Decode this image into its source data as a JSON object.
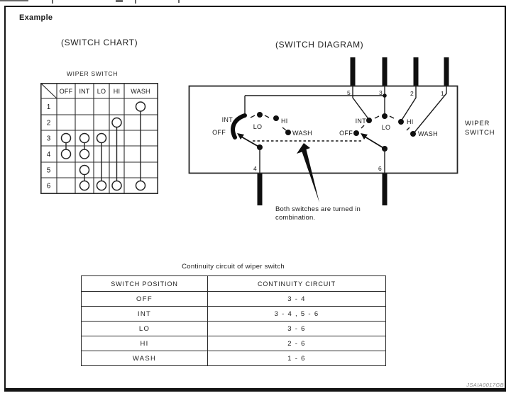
{
  "example_label": "Example",
  "switch_chart": {
    "heading": "(SWITCH CHART)",
    "title": "WIPER SWITCH",
    "columns": [
      "OFF",
      "INT",
      "LO",
      "HI",
      "WASH"
    ],
    "rows": [
      "1",
      "2",
      "3",
      "4",
      "5",
      "6"
    ],
    "connections": [
      {
        "column": "OFF",
        "from": 3,
        "to": 4
      },
      {
        "column": "INT",
        "from": 3,
        "to": 4
      },
      {
        "column": "INT",
        "from": 5,
        "to": 6
      },
      {
        "column": "LO",
        "from": 3,
        "to": 6
      },
      {
        "column": "HI",
        "from": 2,
        "to": 6
      },
      {
        "column": "WASH",
        "from": 1,
        "to": 6
      }
    ]
  },
  "switch_diagram": {
    "heading": "(SWITCH DIAGRAM)",
    "side_label_line1": "WIPER",
    "side_label_line2": "SWITCH",
    "top_terminals": [
      "5",
      "3",
      "2",
      "1"
    ],
    "bottom_terminals": [
      "4",
      "6"
    ],
    "positions": {
      "off": "OFF",
      "int": "INT",
      "lo": "LO",
      "hi": "HI",
      "wash": "WASH"
    },
    "note": "Both switches are turned in combination."
  },
  "continuity_table": {
    "title": "Continuity circuit of wiper switch",
    "headers": [
      "SWITCH POSITION",
      "CONTINUITY CIRCUIT"
    ],
    "rows": [
      {
        "position": "OFF",
        "circuit": "3 - 4"
      },
      {
        "position": "INT",
        "circuit": "3 - 4 , 5 - 6"
      },
      {
        "position": "LO",
        "circuit": "3 - 6"
      },
      {
        "position": "HI",
        "circuit": "2 - 6"
      },
      {
        "position": "WASH",
        "circuit": "1 - 6"
      }
    ]
  },
  "figure_id": "JSAIA0017GB"
}
